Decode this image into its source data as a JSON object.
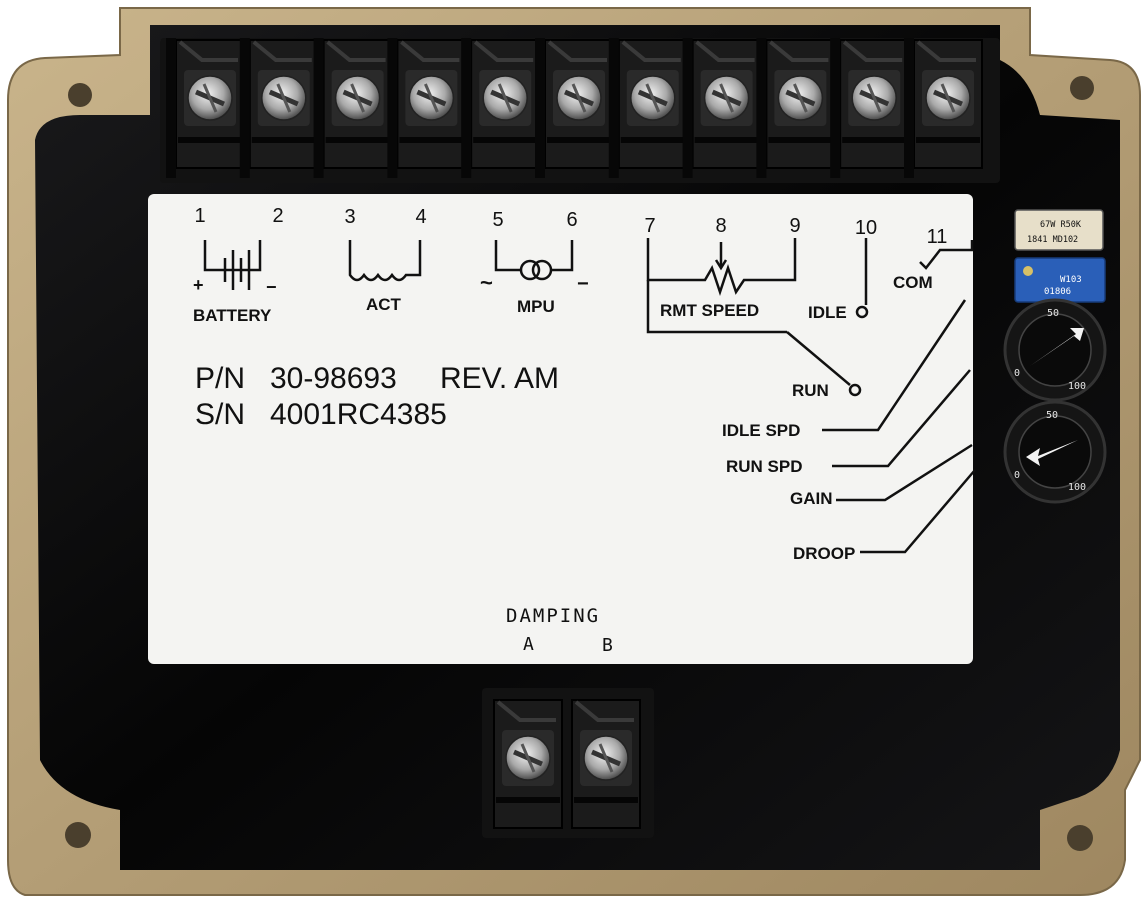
{
  "colors": {
    "housing": "#b7a17a",
    "housing_dark": "#8f7b57",
    "panel": "#0b0b0c",
    "label": "#f4f4f2",
    "screw": "#c9c9c9",
    "trim_blue": "#2a5fb8"
  },
  "terminals": {
    "numbers": [
      "1",
      "2",
      "3",
      "4",
      "5",
      "6",
      "7",
      "8",
      "9",
      "10",
      "11"
    ],
    "top_count": 11,
    "bottom_count": 2
  },
  "label": {
    "battery": "BATTERY",
    "battery_plus": "+",
    "battery_minus": "−",
    "act": "ACT",
    "mpu": "MPU",
    "mpu_tilde": "~",
    "mpu_dash": "−",
    "rmt_speed": "RMT SPEED",
    "idle": "IDLE",
    "com": "COM",
    "run": "RUN",
    "idle_spd": "IDLE SPD",
    "run_spd": "RUN SPD",
    "gain": "GAIN",
    "droop": "DROOP",
    "pn_label": "P/N",
    "pn_value": "30-98693",
    "rev": "REV. AM",
    "sn_label": "S/N",
    "sn_value": "4001RC4385",
    "damping": "DAMPING",
    "damping_a": "A",
    "damping_b": "B"
  },
  "trimmers": {
    "top_label_1": "67W R50K",
    "top_label_2": "1841 MD102",
    "blue_label_1": "W103",
    "blue_label_2": "01806"
  },
  "dials": {
    "tick_top": "50",
    "tick_bottom": "100",
    "tick_zero": "0"
  }
}
